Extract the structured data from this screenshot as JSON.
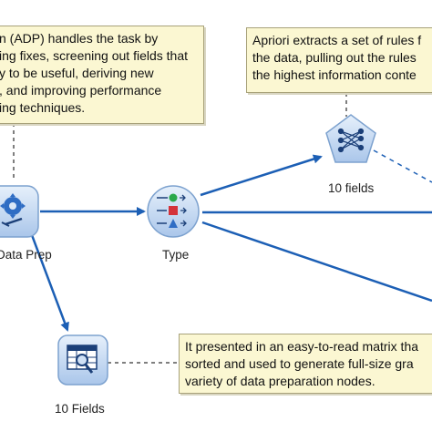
{
  "notes": {
    "adp": {
      "lines": [
        "n (ADP) handles the task by",
        "ing fixes, screening out fields that",
        "y to be useful, deriving new",
        ", and improving performance",
        "ing techniques."
      ]
    },
    "apriori": {
      "lines": [
        "Apriori extracts a set of rules f",
        "the data, pulling out the rules",
        "the highest information conte"
      ]
    },
    "matrix": {
      "lines": [
        "It presented in an easy-to-read matrix tha",
        "sorted and used to generate full-size gra",
        "variety of data preparation nodes."
      ]
    }
  },
  "nodes": {
    "data_prep": {
      "label": "Data Prep",
      "icon": "gear-wand-icon"
    },
    "type": {
      "label": "Type",
      "icon": "type-shapes-icon"
    },
    "apriori": {
      "label": "10 fields",
      "icon": "apriori-network-icon"
    },
    "matrix": {
      "label": "10 Fields",
      "icon": "table-magnifier-icon"
    }
  },
  "colors": {
    "arrow": "#1c5fb5",
    "note_bg": "#fbf7d2",
    "node_bg": "#c9dcf2",
    "node_border": "#7da2cf"
  }
}
